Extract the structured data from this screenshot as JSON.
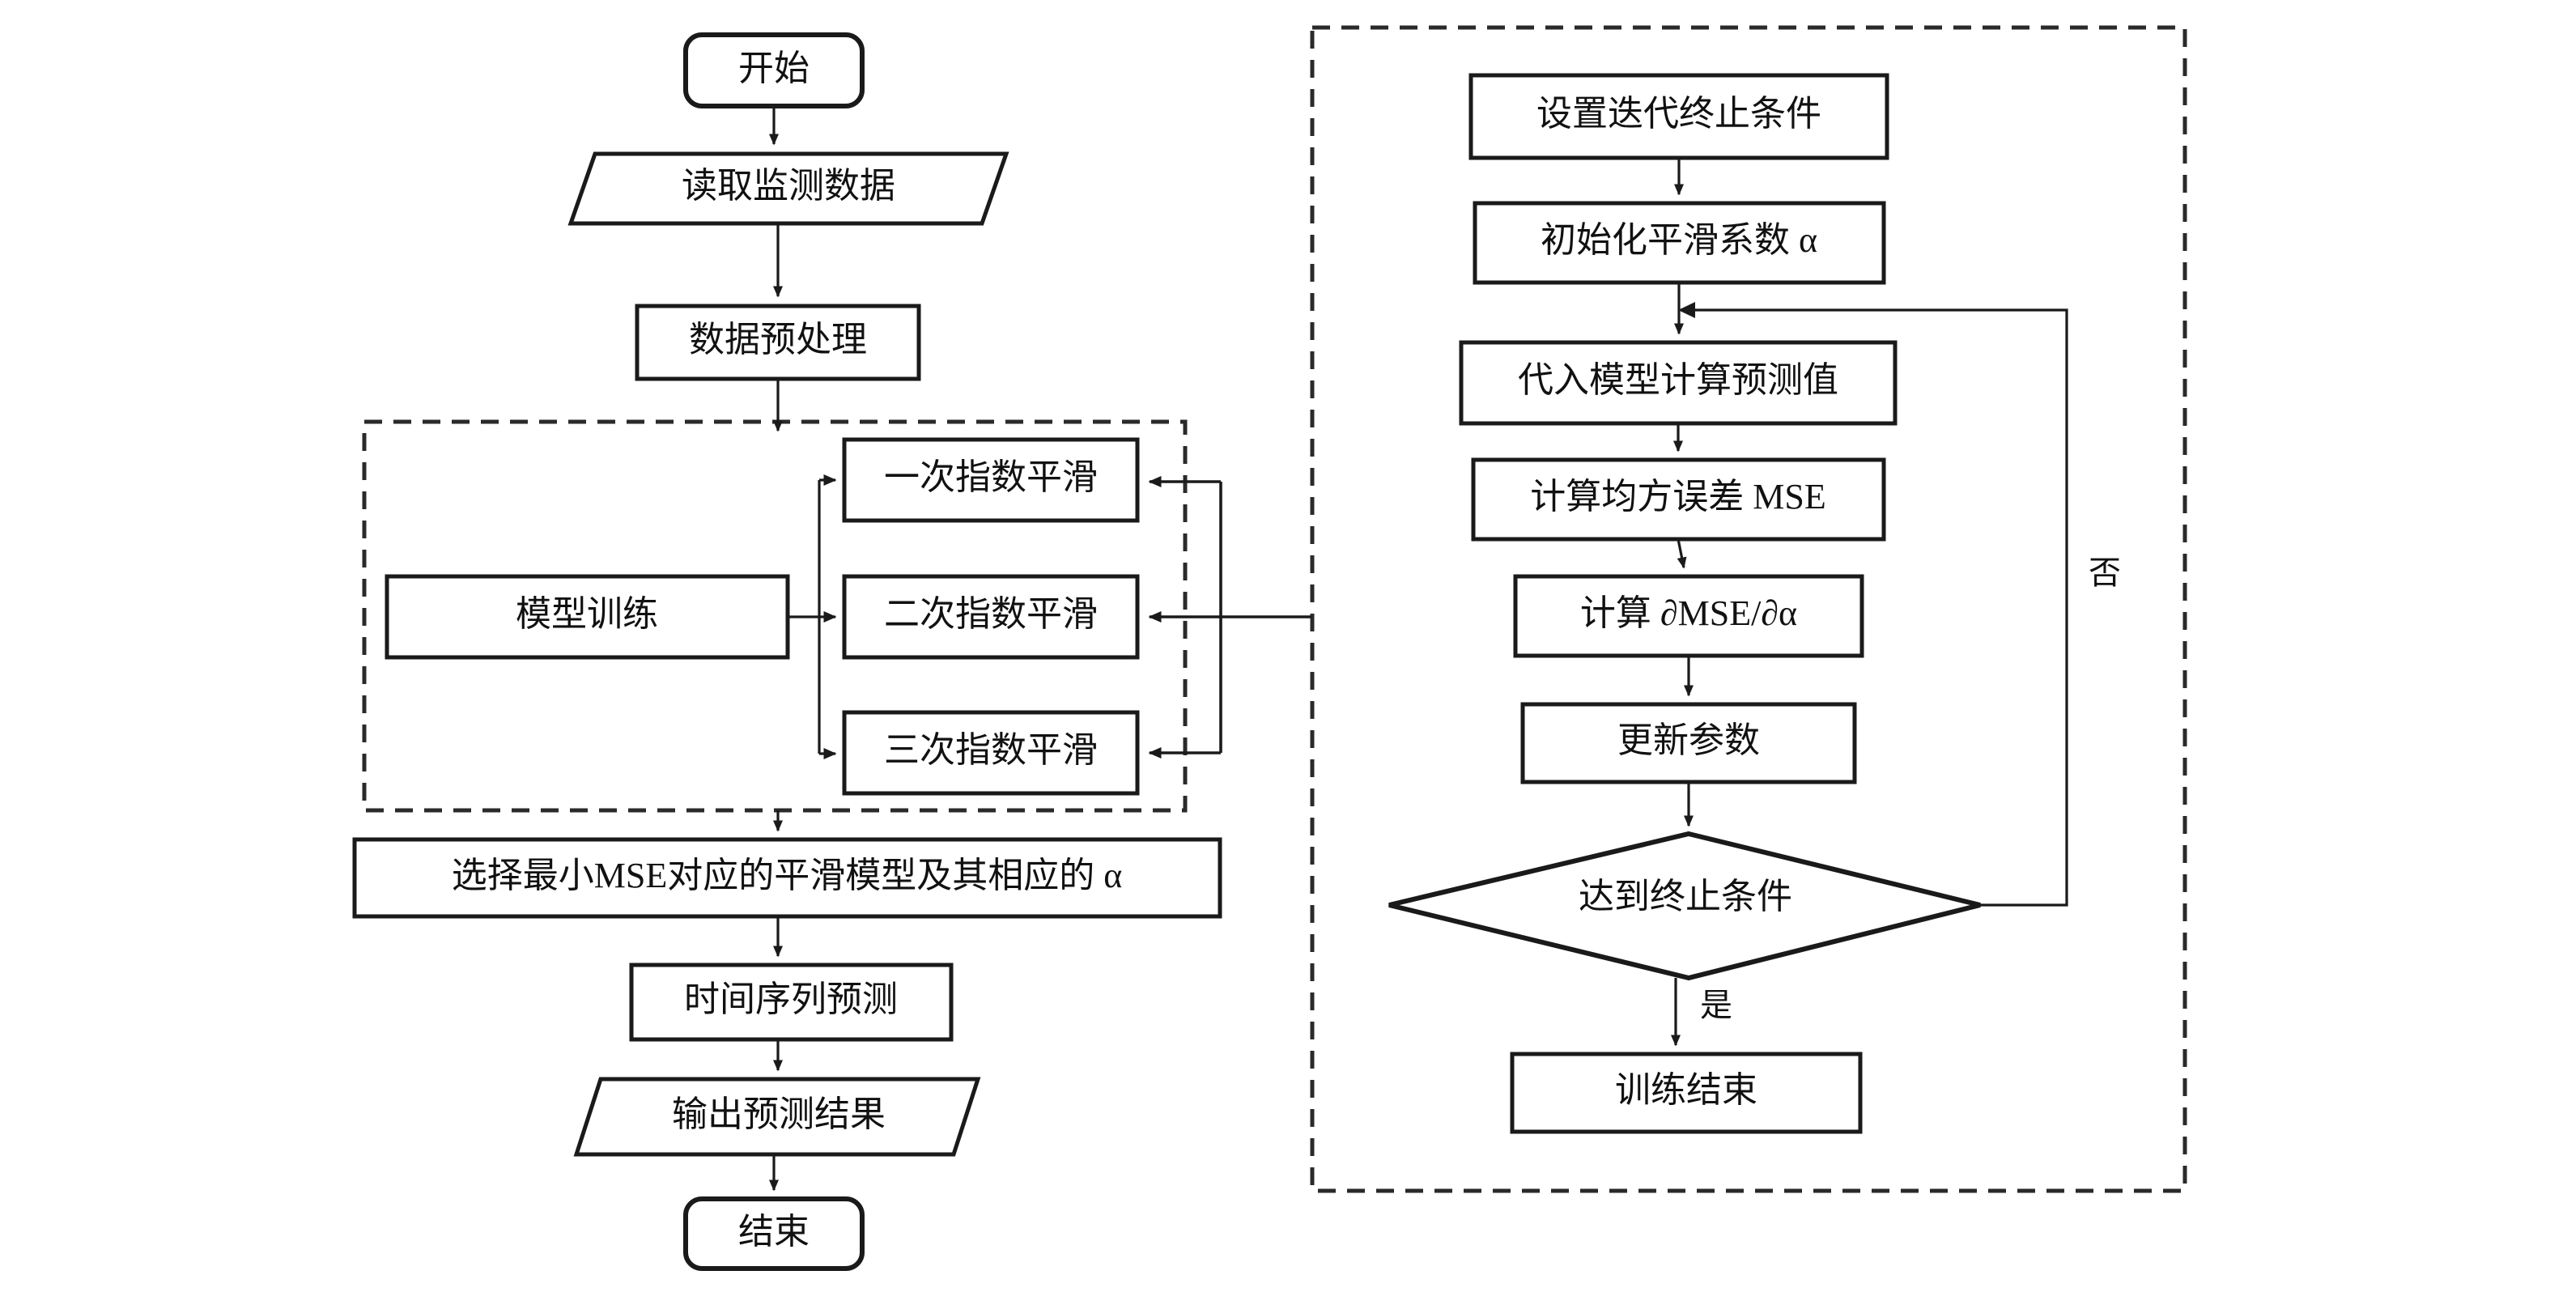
{
  "diagram": {
    "title_present": false,
    "language": "zh-CN",
    "colors": {
      "background": "#ffffff",
      "stroke": "#1a1a1a",
      "dashed_group_stroke": "#2a2a2a",
      "text": "#111111"
    },
    "left_flow": {
      "nodes": [
        {
          "id": "start",
          "label": "开始",
          "shape": "terminator"
        },
        {
          "id": "read_data",
          "label": "读取监测数据",
          "shape": "parallelogram"
        },
        {
          "id": "preprocess",
          "label": "数据预处理",
          "shape": "rectangle"
        },
        {
          "id": "model_train",
          "label": "模型训练",
          "shape": "rectangle"
        },
        {
          "id": "ses",
          "label": "一次指数平滑",
          "shape": "rectangle"
        },
        {
          "id": "des",
          "label": "二次指数平滑",
          "shape": "rectangle"
        },
        {
          "id": "tes",
          "label": "三次指数平滑",
          "shape": "rectangle"
        },
        {
          "id": "select_min_mse",
          "label": "选择最小MSE对应的平滑模型及其相应的 α",
          "shape": "rectangle"
        },
        {
          "id": "forecast",
          "label": "时间序列预测",
          "shape": "rectangle"
        },
        {
          "id": "output",
          "label": "输出预测结果",
          "shape": "parallelogram"
        },
        {
          "id": "end",
          "label": "结束",
          "shape": "terminator"
        }
      ]
    },
    "right_flow": {
      "nodes": [
        {
          "id": "set_stop",
          "label": "设置迭代终止条件",
          "shape": "rectangle"
        },
        {
          "id": "init_alpha",
          "label": "初始化平滑系数 α",
          "shape": "rectangle"
        },
        {
          "id": "predict",
          "label": "代入模型计算预测值",
          "shape": "rectangle"
        },
        {
          "id": "calc_mse",
          "label": "计算均方误差 MSE",
          "shape": "rectangle"
        },
        {
          "id": "calc_grad",
          "label": "计算 ∂MSE/∂α",
          "shape": "rectangle"
        },
        {
          "id": "update_param",
          "label": "更新参数",
          "shape": "rectangle"
        },
        {
          "id": "check_stop",
          "label": "达到终止条件",
          "shape": "diamond"
        },
        {
          "id": "train_done",
          "label": "训练结束",
          "shape": "rectangle"
        }
      ],
      "edge_labels": {
        "no": "否",
        "yes": "是"
      }
    }
  }
}
